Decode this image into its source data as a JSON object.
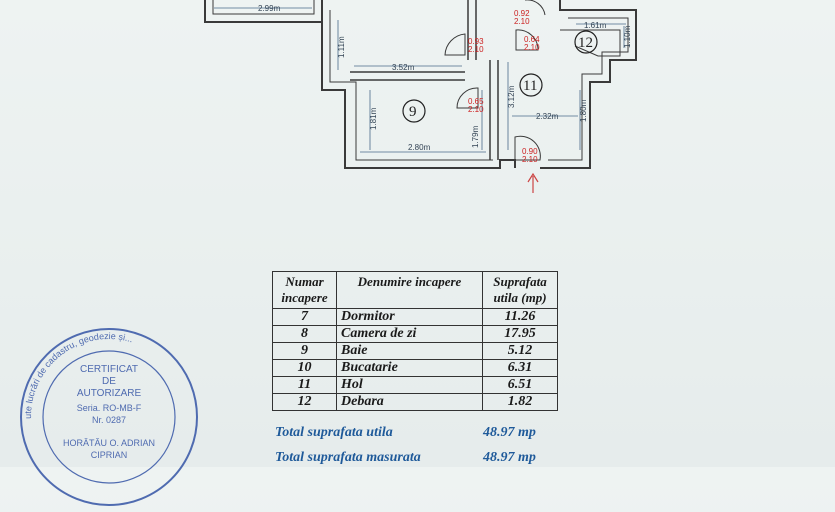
{
  "plan": {
    "rooms": [
      {
        "id": "r9",
        "number": "9"
      },
      {
        "id": "r11",
        "number": "11"
      },
      {
        "id": "r12",
        "number": "12"
      }
    ],
    "dimensions": [
      "2.99m",
      "1.11m",
      "3.52m",
      "1.81m",
      "2.80m",
      "1.79m",
      "3.12m",
      "2.32m",
      "1.61m",
      "1.10m",
      "1.80m"
    ],
    "doors": [
      {
        "w": "0.93",
        "h": "2.10"
      },
      {
        "w": "0.92",
        "h": "2.10"
      },
      {
        "w": "0.64",
        "h": "2.10"
      },
      {
        "w": "0.65",
        "h": "2.10"
      },
      {
        "w": "0.90",
        "h": "2.10"
      }
    ]
  },
  "table": {
    "headers": [
      "Numar incapere",
      "Denumire incapere",
      "Suprafata utila (mp)"
    ],
    "rows": [
      {
        "num": "7",
        "name": "Dormitor",
        "area": "11.26"
      },
      {
        "num": "8",
        "name": "Camera de zi",
        "area": "17.95"
      },
      {
        "num": "9",
        "name": "Baie",
        "area": "5.12"
      },
      {
        "num": "10",
        "name": "Bucatarie",
        "area": "6.31"
      },
      {
        "num": "11",
        "name": "Hol",
        "area": "6.51"
      },
      {
        "num": "12",
        "name": "Debara",
        "area": "1.82"
      }
    ]
  },
  "totals": [
    {
      "label": "Total suprafata utila",
      "value": "48.97 mp"
    },
    {
      "label": "Total suprafata masurata",
      "value": "48.97 mp"
    }
  ],
  "stamp": {
    "lines": [
      "CERTIFICAT",
      "DE",
      "AUTORIZARE",
      "Seria. RO-MB-F",
      "Nr. 0287",
      "HORĂTĂU O. ADRIAN",
      "CIPRIAN"
    ],
    "ring_text": "...utorizat de A.N.C.P.I. să execute lucrări de cadastru, geodezie și..."
  }
}
